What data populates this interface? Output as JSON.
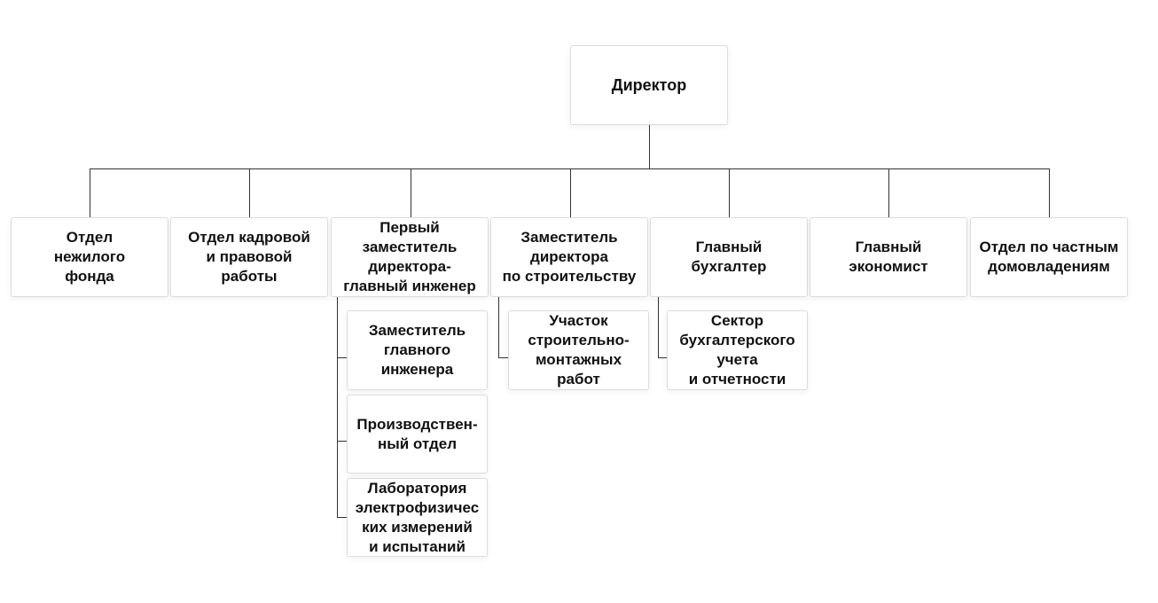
{
  "diagram": {
    "type": "org-chart",
    "root": {
      "id": "director",
      "label": "Директор"
    },
    "level1": [
      {
        "id": "dept-nonresidential",
        "label": "Отдел\nнежилого\nфонда",
        "children": []
      },
      {
        "id": "dept-hr-legal",
        "label": "Отдел кадровой\nи правовой\nработы",
        "children": []
      },
      {
        "id": "first-deputy",
        "label": "Первый\nзаместитель\nдиректора-\nглавный инженер",
        "children": [
          {
            "id": "deputy-chief-engineer",
            "label": "Заместитель\nглавного\nинженера"
          },
          {
            "id": "production-dept",
            "label": "Производствен-\nный отдел"
          },
          {
            "id": "electrophysics-lab",
            "label": "Лаборатория\nэлектрофизичес\nких измерений\nи испытаний"
          }
        ]
      },
      {
        "id": "deputy-construction",
        "label": "Заместитель\nдиректора\nпо строительству",
        "children": [
          {
            "id": "construction-site",
            "label": "Участок\nстроительно-\nмонтажных\nработ"
          }
        ]
      },
      {
        "id": "chief-accountant",
        "label": "Главный\nбухгалтер",
        "children": [
          {
            "id": "accounting-sector",
            "label": "Сектор\nбухгалтерского\nучета\nи отчетности"
          }
        ]
      },
      {
        "id": "chief-economist",
        "label": "Главный\nэкономист",
        "children": []
      },
      {
        "id": "dept-private-housing",
        "label": "Отдел по частным\nдомовладениям",
        "children": []
      }
    ]
  },
  "colors": {
    "line": "#333333",
    "node_border": "#dcdcdc",
    "text": "#111111"
  }
}
